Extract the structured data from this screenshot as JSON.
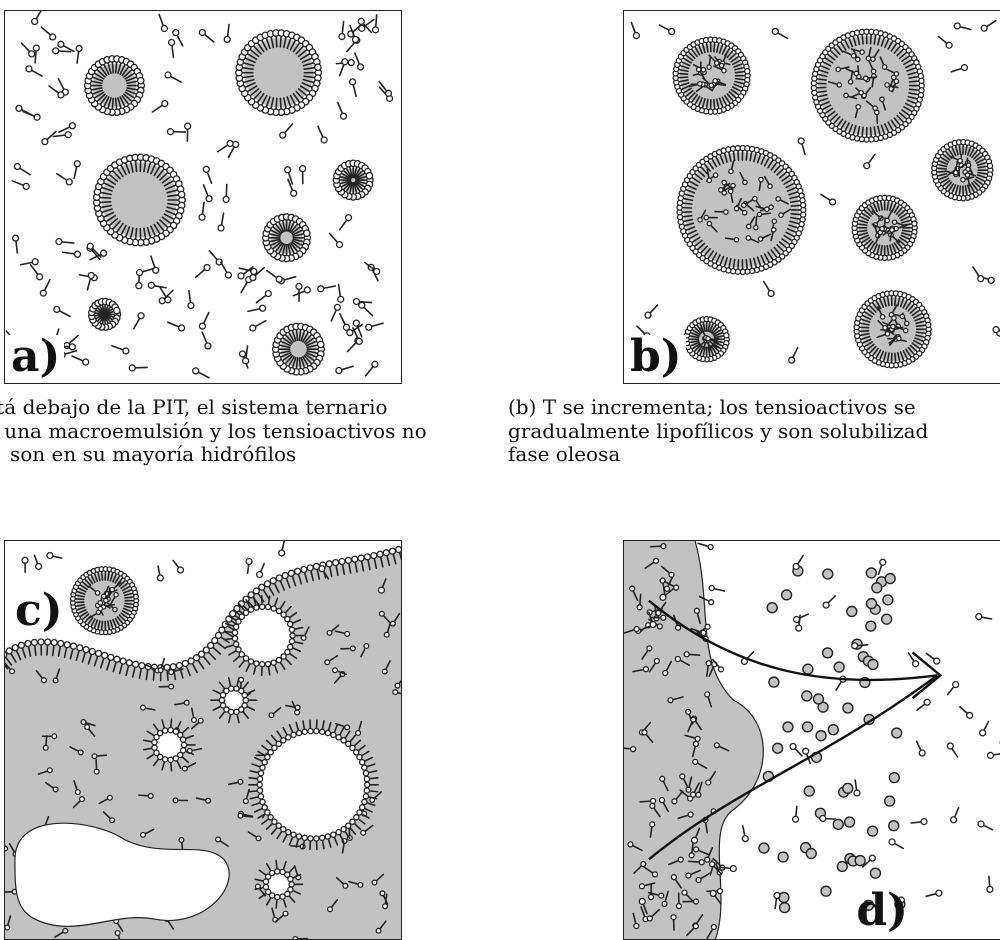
{
  "panels": [
    {
      "id": "a",
      "label": "a)",
      "state": "oil droplets in water, surfactants mostly hydrophilic"
    },
    {
      "id": "b",
      "label": "b)",
      "state": "surfactants solubilized inside oil droplets"
    },
    {
      "id": "c",
      "label": "c)",
      "state": "bicontinuous / phase inversion"
    },
    {
      "id": "d",
      "label": "d)",
      "state": "emulsification, arrows outward"
    }
  ],
  "captions": {
    "a": [
      "stá debajo de la PIT, el sistema ternario",
      "a una macroemulsión y los tensioactivos no",
      "son en su mayoría hidrófilos"
    ],
    "b": [
      "(b) T se incrementa; los tensioactivos se",
      "gradualmente lipofílicos y son solubilizad",
      "fase oleosa"
    ]
  },
  "colors": {
    "oil": "#c2c2c2",
    "water": "#ffffff",
    "ink": "#222222",
    "surfactant_fill": "#ffffff"
  }
}
